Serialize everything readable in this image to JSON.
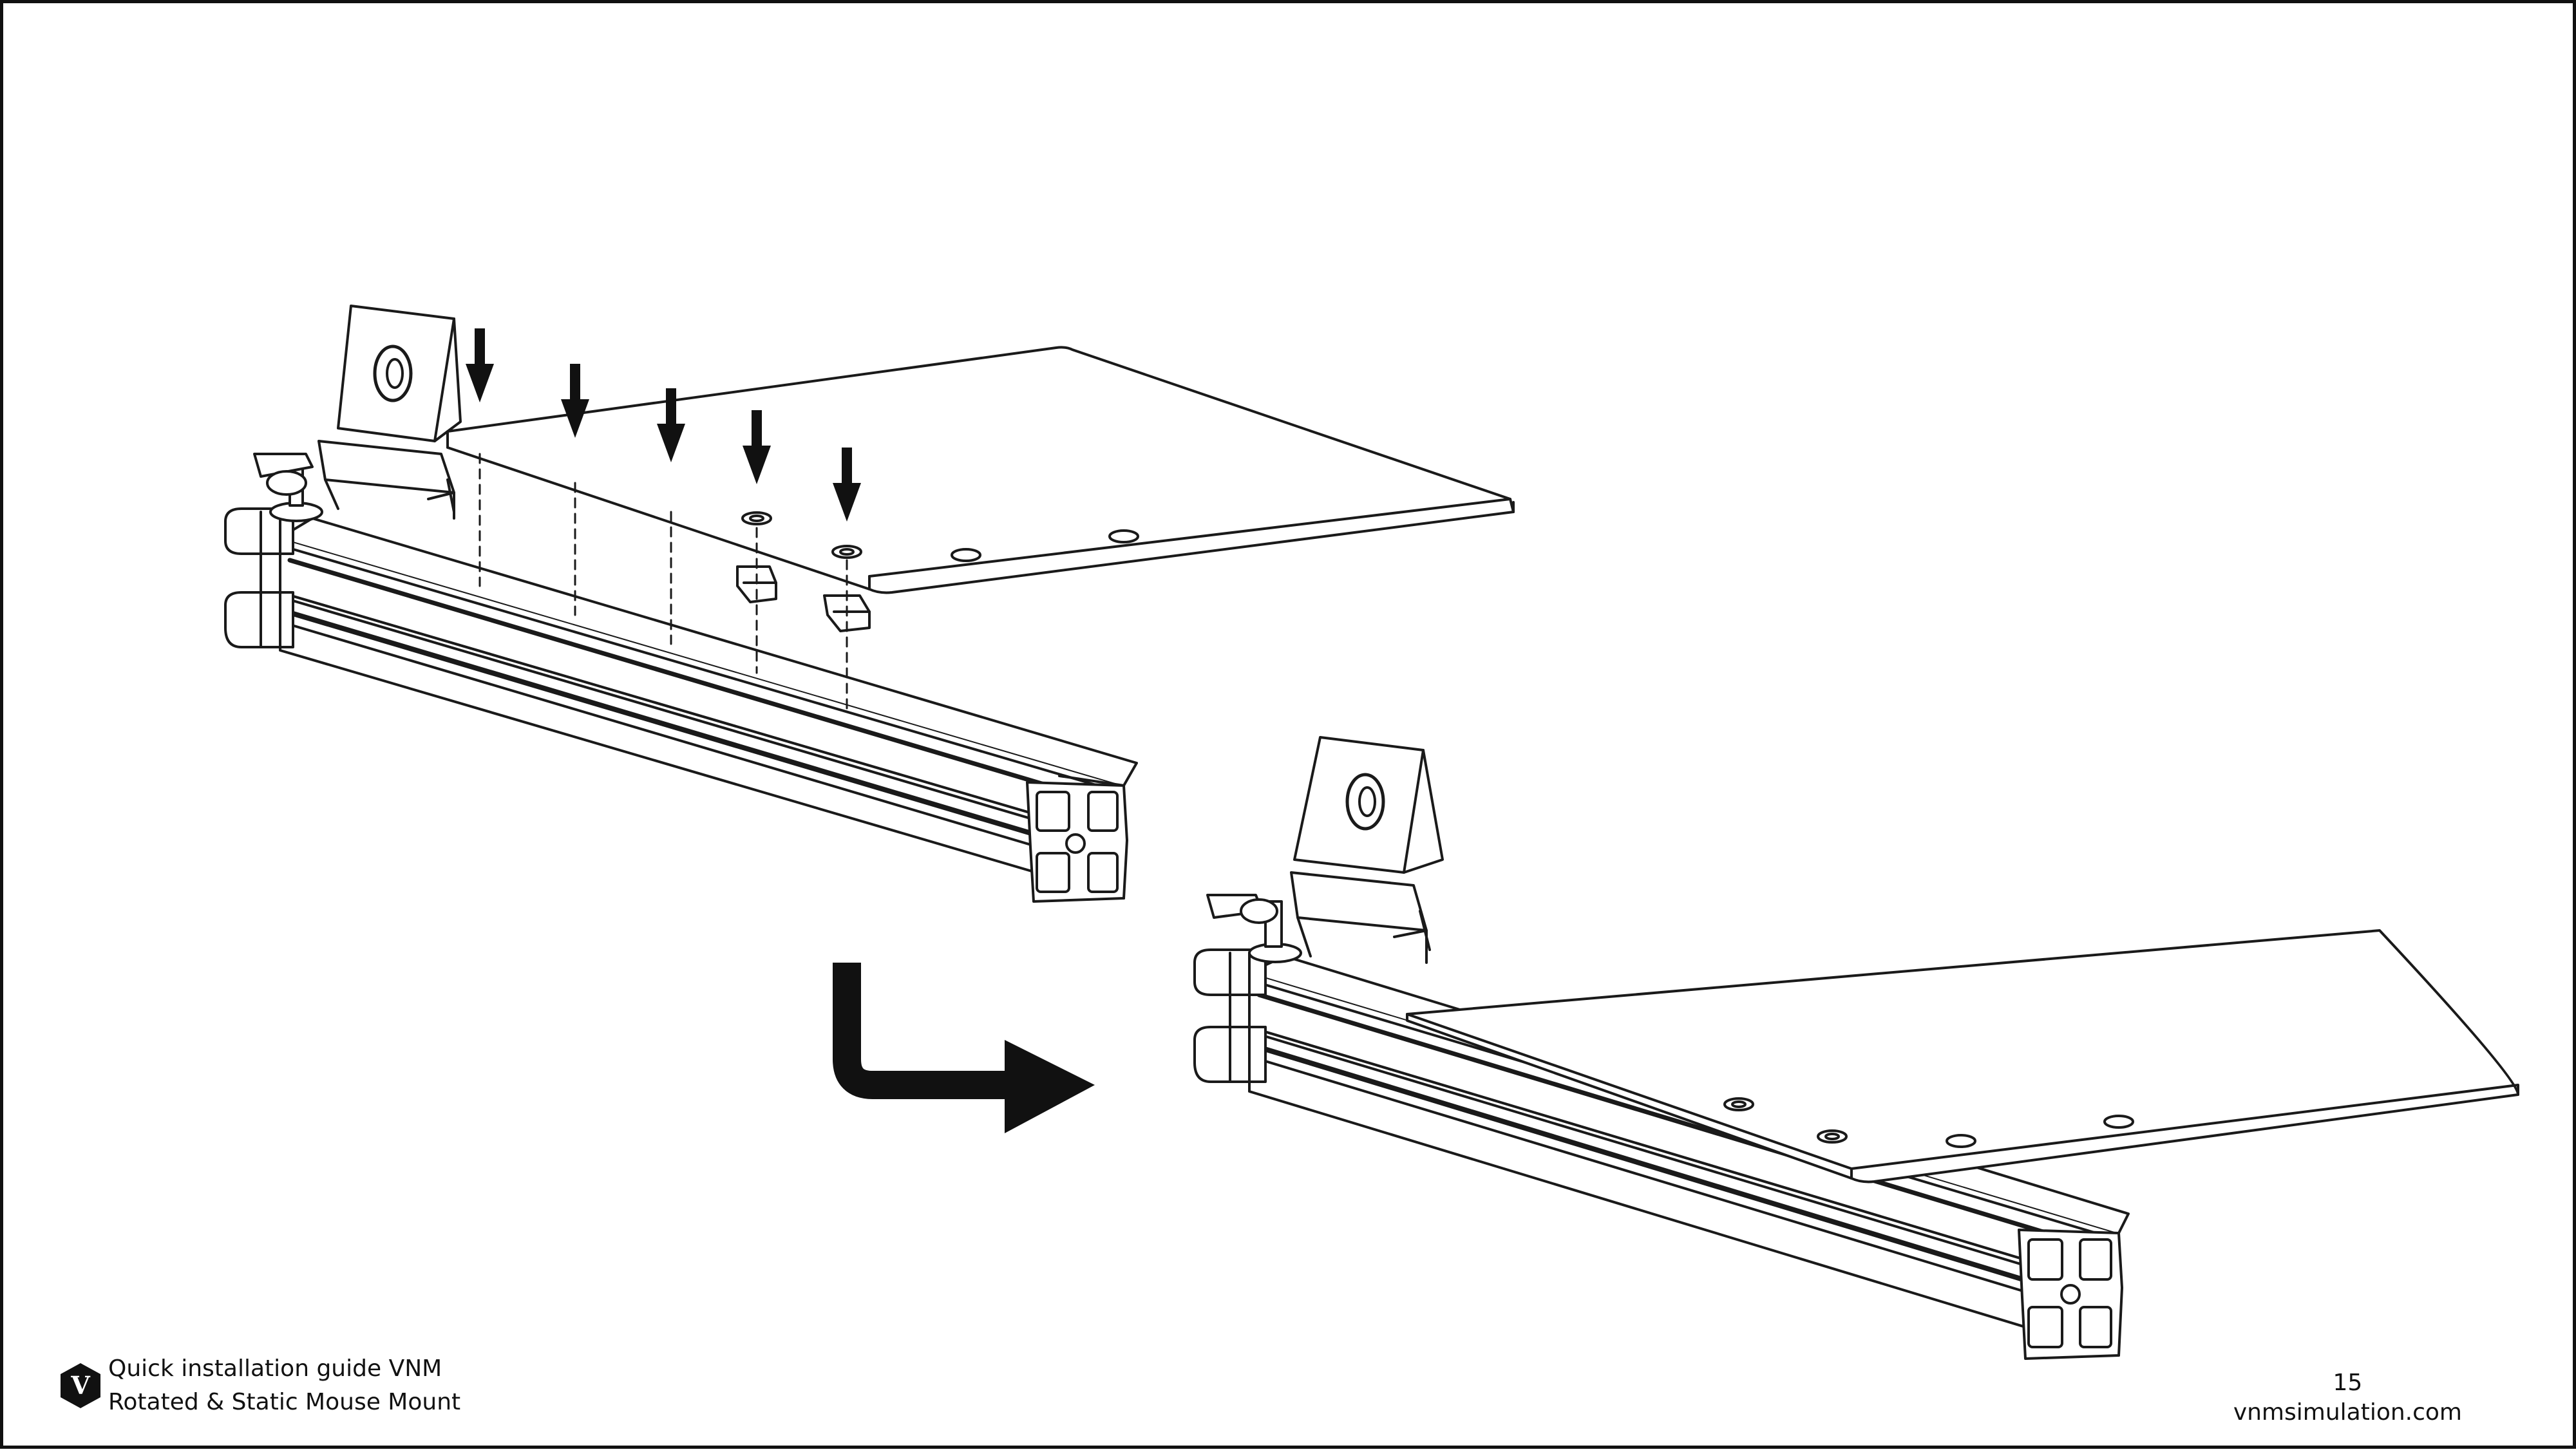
{
  "footer": {
    "guide_title": "Quick installation guide VNM",
    "product_name": "Rotated & Static Mouse Mount",
    "page_number": "15",
    "website": "vnmsimulation.com",
    "logo_letter": "V"
  },
  "illustration": {
    "step_before": "plate above profile, aligned by five down arrows",
    "step_after": "plate mounted on profile",
    "transition_icon": "turn-right-arrow-icon"
  }
}
